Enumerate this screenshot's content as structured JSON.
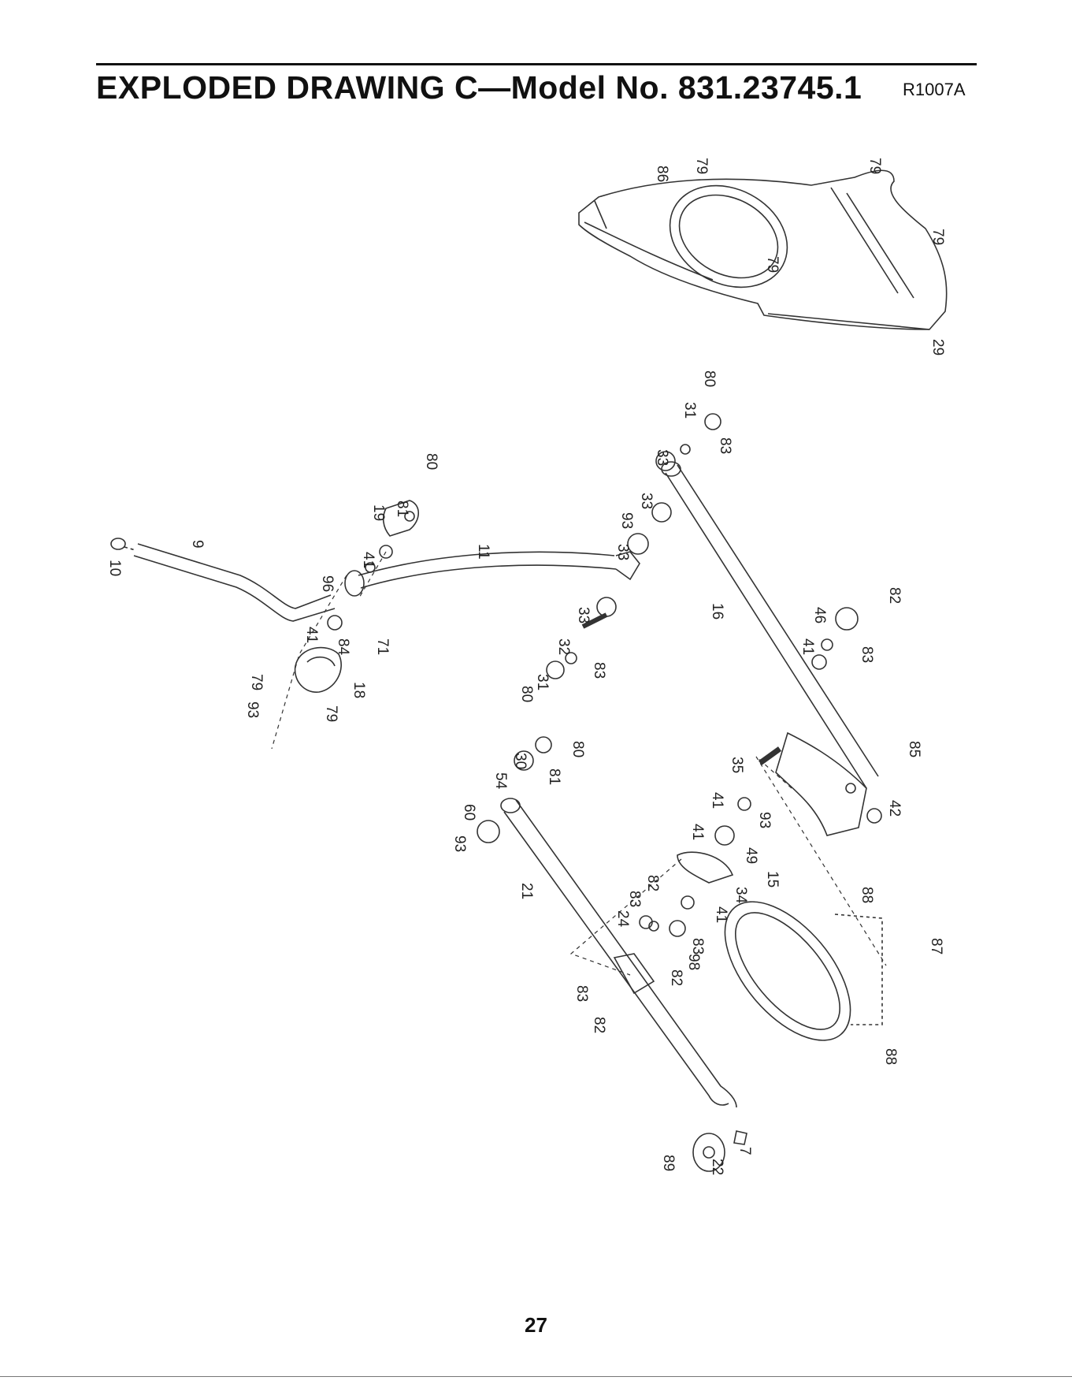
{
  "header": {
    "title": "EXPLODED DRAWING C—Model No. 831.23745.1",
    "ref_code": "R1007A"
  },
  "footer": {
    "page_number": "27"
  },
  "part_labels": [
    {
      "id": "p86",
      "text": "86"
    },
    {
      "id": "p79a",
      "text": "79"
    },
    {
      "id": "p79b",
      "text": "79"
    },
    {
      "id": "p79c",
      "text": "79"
    },
    {
      "id": "p79d",
      "text": "79"
    },
    {
      "id": "p29",
      "text": "29"
    },
    {
      "id": "p80a",
      "text": "80"
    },
    {
      "id": "p31a",
      "text": "31"
    },
    {
      "id": "p83a",
      "text": "83"
    },
    {
      "id": "p33a",
      "text": "33"
    },
    {
      "id": "p33b",
      "text": "33"
    },
    {
      "id": "p93a",
      "text": "93"
    },
    {
      "id": "p33c",
      "text": "33"
    },
    {
      "id": "p80b",
      "text": "80"
    },
    {
      "id": "p81a",
      "text": "81"
    },
    {
      "id": "p19",
      "text": "19"
    },
    {
      "id": "p11",
      "text": "11"
    },
    {
      "id": "p96",
      "text": "96"
    },
    {
      "id": "p41a",
      "text": "41"
    },
    {
      "id": "p9",
      "text": "9"
    },
    {
      "id": "p10",
      "text": "10"
    },
    {
      "id": "p33d",
      "text": "33"
    },
    {
      "id": "p32",
      "text": "32"
    },
    {
      "id": "p83b",
      "text": "83"
    },
    {
      "id": "p31b",
      "text": "31"
    },
    {
      "id": "p80c",
      "text": "80"
    },
    {
      "id": "p41b",
      "text": "41"
    },
    {
      "id": "p84",
      "text": "84"
    },
    {
      "id": "p71",
      "text": "71"
    },
    {
      "id": "p79e",
      "text": "79"
    },
    {
      "id": "p93b",
      "text": "93"
    },
    {
      "id": "p79f",
      "text": "79"
    },
    {
      "id": "p18",
      "text": "18"
    },
    {
      "id": "p16",
      "text": "16"
    },
    {
      "id": "p46",
      "text": "46"
    },
    {
      "id": "p82a",
      "text": "82"
    },
    {
      "id": "p41c",
      "text": "41"
    },
    {
      "id": "p83c",
      "text": "83"
    },
    {
      "id": "p85",
      "text": "85"
    },
    {
      "id": "p42",
      "text": "42"
    },
    {
      "id": "p30",
      "text": "30"
    },
    {
      "id": "p54",
      "text": "54"
    },
    {
      "id": "p81b",
      "text": "81"
    },
    {
      "id": "p80d",
      "text": "80"
    },
    {
      "id": "p60",
      "text": "60"
    },
    {
      "id": "p93c",
      "text": "93"
    },
    {
      "id": "p35",
      "text": "35"
    },
    {
      "id": "p41d",
      "text": "41"
    },
    {
      "id": "p93d",
      "text": "93"
    },
    {
      "id": "p41e",
      "text": "41"
    },
    {
      "id": "p49",
      "text": "49"
    },
    {
      "id": "p34",
      "text": "34"
    },
    {
      "id": "p21",
      "text": "21"
    },
    {
      "id": "p82b",
      "text": "82"
    },
    {
      "id": "p83d",
      "text": "83"
    },
    {
      "id": "p24",
      "text": "24"
    },
    {
      "id": "p41f",
      "text": "41"
    },
    {
      "id": "p83e",
      "text": "83"
    },
    {
      "id": "p98",
      "text": "98"
    },
    {
      "id": "p82c",
      "text": "82"
    },
    {
      "id": "p83f",
      "text": "83"
    },
    {
      "id": "p82d",
      "text": "82"
    },
    {
      "id": "p15",
      "text": "15"
    },
    {
      "id": "p88a",
      "text": "88"
    },
    {
      "id": "p87",
      "text": "87"
    },
    {
      "id": "p88b",
      "text": "88"
    },
    {
      "id": "p89",
      "text": "89"
    },
    {
      "id": "p22",
      "text": "22"
    },
    {
      "id": "p7",
      "text": "7"
    }
  ]
}
